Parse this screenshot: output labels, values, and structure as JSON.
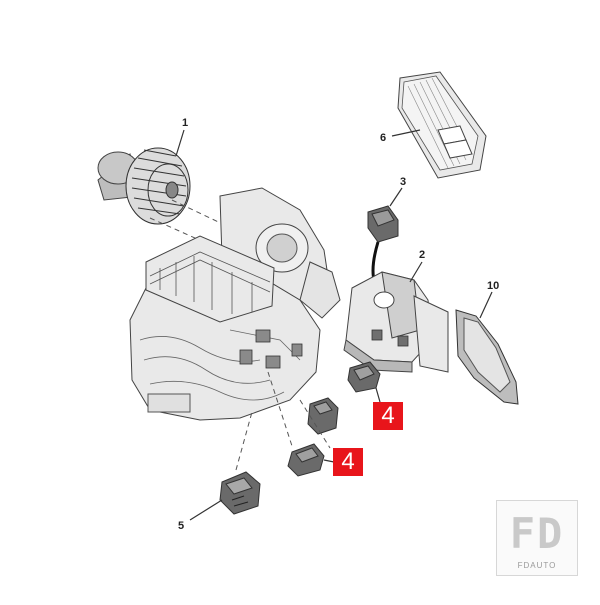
{
  "callouts": {
    "c1": "1",
    "c2": "2",
    "c3": "3",
    "c5": "5",
    "c6": "6",
    "c10": "10"
  },
  "tags": {
    "t4a": "4",
    "t4b": "4"
  },
  "logo": {
    "main": "FD",
    "sub": "FDAUTO"
  },
  "colors": {
    "tag_background": "#e8151b",
    "tag_text": "#ffffff"
  }
}
